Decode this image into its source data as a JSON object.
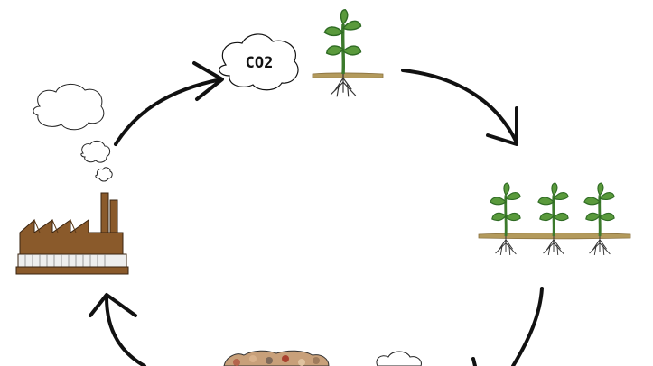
{
  "diagram": {
    "type": "cycle",
    "labels": {
      "co2_label": "CO2"
    },
    "nodes": [
      {
        "id": "factory",
        "icon": "factory-icon"
      },
      {
        "id": "co2",
        "icon": "co2-cloud-icon"
      },
      {
        "id": "single-plant",
        "icon": "plant-icon"
      },
      {
        "id": "plant-row",
        "icon": "plant-row-icon"
      },
      {
        "id": "crowd",
        "icon": "crowd-icon"
      },
      {
        "id": "bottom-cloud",
        "icon": "cloud-icon"
      }
    ],
    "colors": {
      "leaf": "#5a9a3c",
      "leaf_dark": "#2f6b24",
      "stem": "#3c7a2c",
      "soil": "#b39a5c",
      "factory": "#8a5a2b",
      "factory_dark": "#5c3a18",
      "arrow": "#111111"
    }
  }
}
